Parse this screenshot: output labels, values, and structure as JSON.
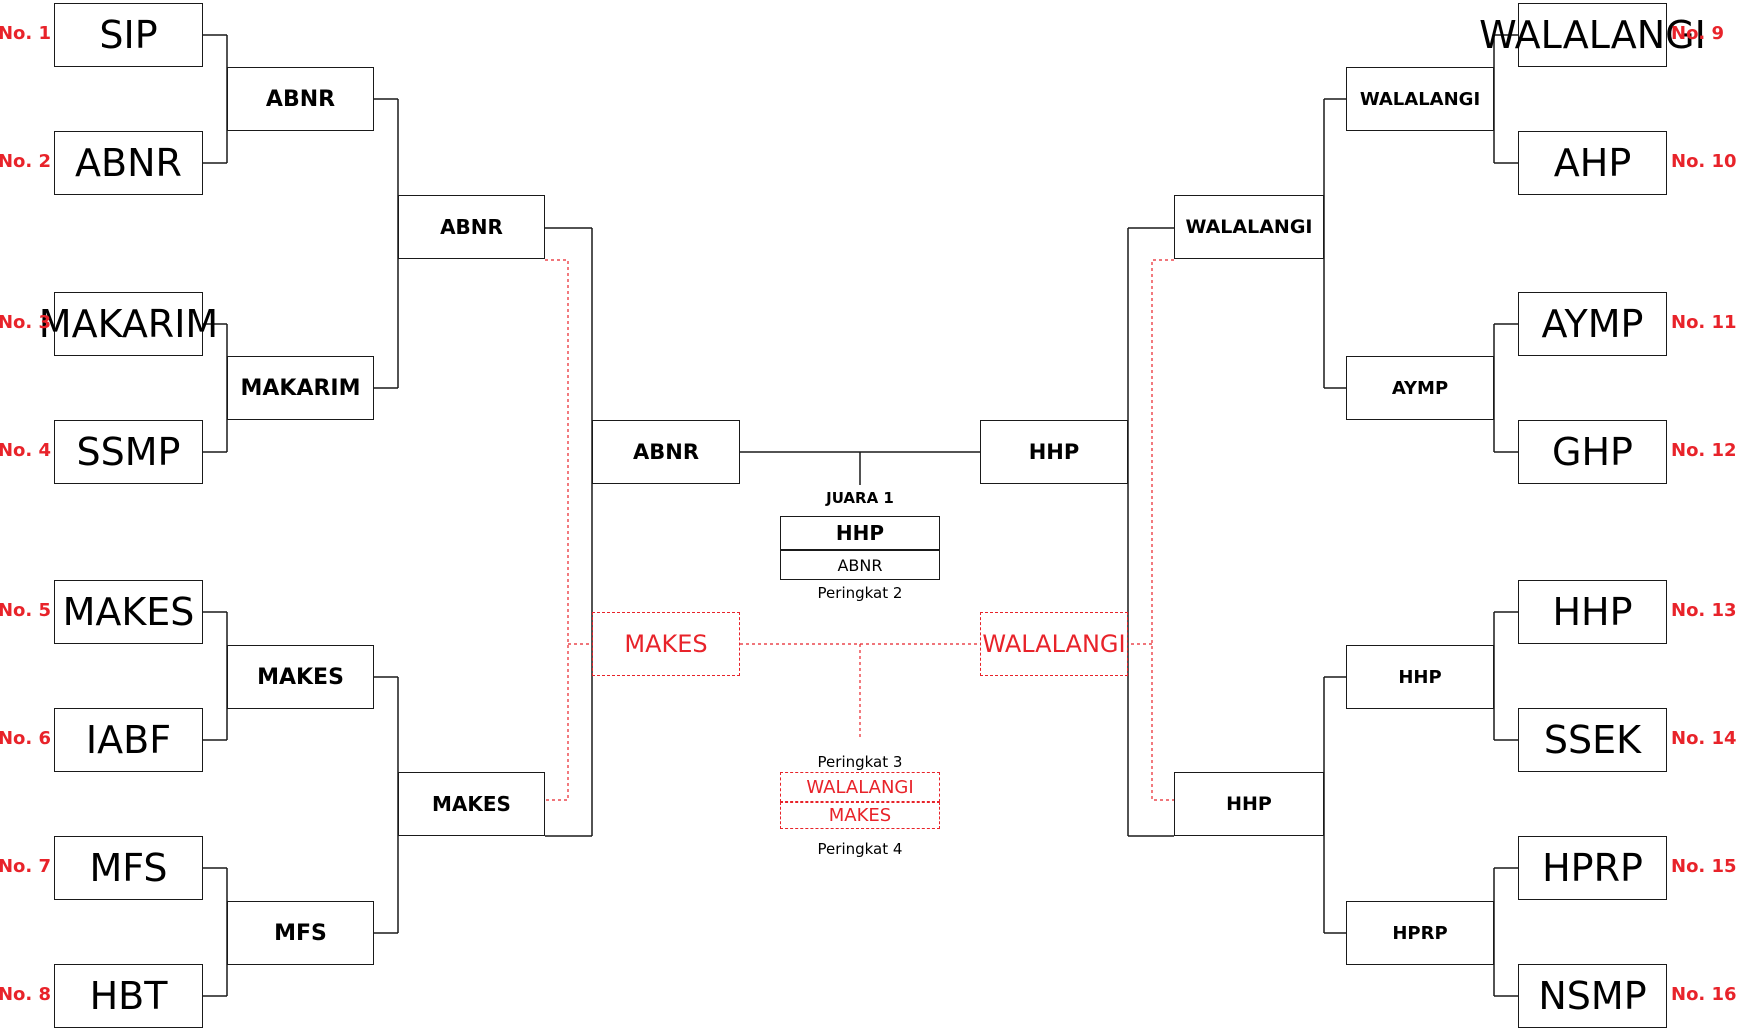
{
  "bracket": {
    "r1_left": [
      {
        "name": "SIP",
        "seed": "No. 1"
      },
      {
        "name": "ABNR",
        "seed": "No. 2"
      },
      {
        "name": "MAKARIM",
        "seed": "No. 3"
      },
      {
        "name": "SSMP",
        "seed": "No. 4"
      },
      {
        "name": "MAKES",
        "seed": "No. 5"
      },
      {
        "name": "IABF",
        "seed": "No. 6"
      },
      {
        "name": "MFS",
        "seed": "No. 7"
      },
      {
        "name": "HBT",
        "seed": "No. 8"
      }
    ],
    "r1_right": [
      {
        "name": "WALALANGI",
        "seed": "No. 9"
      },
      {
        "name": "AHP",
        "seed": "No. 10"
      },
      {
        "name": "AYMP",
        "seed": "No. 11"
      },
      {
        "name": "GHP",
        "seed": "No. 12"
      },
      {
        "name": "HHP",
        "seed": "No. 13"
      },
      {
        "name": "SSEK",
        "seed": "No. 14"
      },
      {
        "name": "HPRP",
        "seed": "No. 15"
      },
      {
        "name": "NSMP",
        "seed": "No. 16"
      }
    ],
    "r2_left": [
      "ABNR",
      "MAKARIM",
      "MAKES",
      "MFS"
    ],
    "r2_right": [
      "WALALANGI",
      "AYMP",
      "HHP",
      "HPRP"
    ],
    "r3_left": [
      "ABNR",
      "MAKES"
    ],
    "r3_right": [
      "WALALANGI",
      "HHP"
    ],
    "semi_left": "ABNR",
    "semi_right": "HHP",
    "third_left": "MAKES",
    "third_right": "WALALANGI"
  },
  "results": {
    "winner_label": "JUARA 1",
    "winner": "HHP",
    "second": "ABNR",
    "second_label": "Peringkat 2",
    "third_label": "Peringkat 3",
    "third": "WALALANGI",
    "fourth": "MAKES",
    "fourth_label": "Peringkat 4"
  },
  "colors": {
    "line": "#1a1a1a",
    "accent": "#e8232a"
  }
}
